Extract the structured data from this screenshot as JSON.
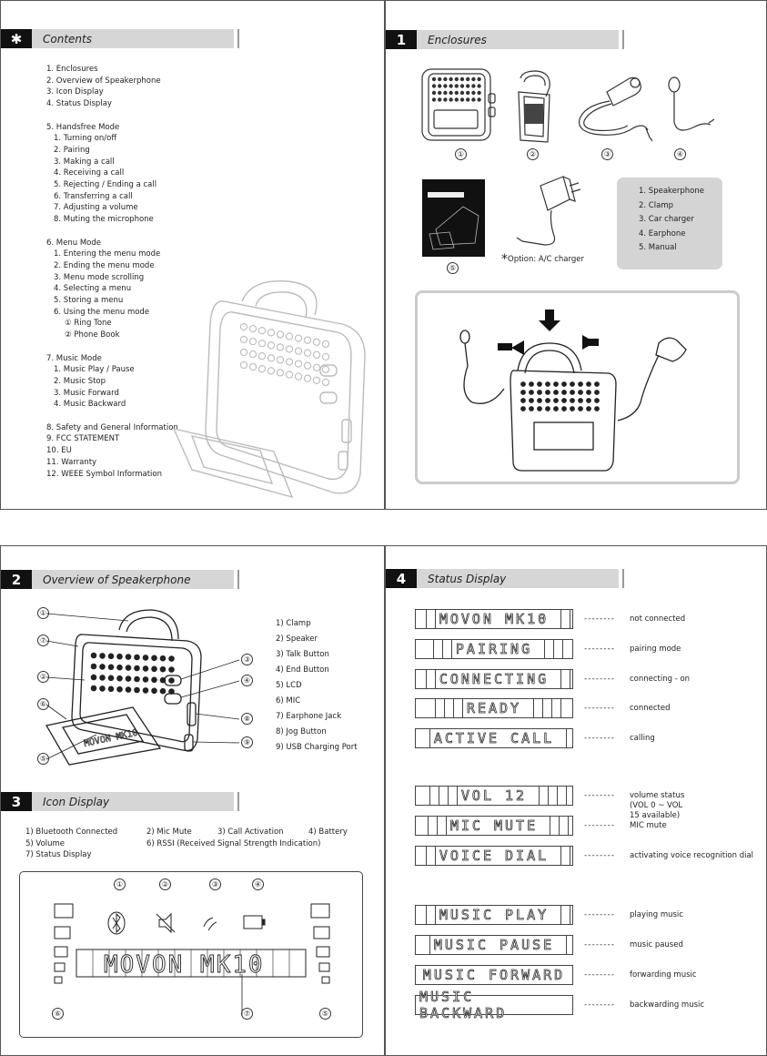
{
  "contents": {
    "header": {
      "mark": "✱",
      "title": "Contents"
    },
    "items": [
      {
        "text": "1. Enclosures",
        "level": 0
      },
      {
        "text": "2. Overview of Speakerphone",
        "level": 0
      },
      {
        "text": "3. Icon Display",
        "level": 0
      },
      {
        "text": "4. Status Display",
        "level": 0
      },
      {
        "text": "",
        "level": -1
      },
      {
        "text": "5. Handsfree Mode",
        "level": 0
      },
      {
        "text": "1. Turning on/off",
        "level": 1
      },
      {
        "text": "2. Pairing",
        "level": 1
      },
      {
        "text": "3. Making a call",
        "level": 1
      },
      {
        "text": "4. Receiving a call",
        "level": 1
      },
      {
        "text": "5. Rejecting / Ending a call",
        "level": 1
      },
      {
        "text": "6. Transferring a call",
        "level": 1
      },
      {
        "text": "7. Adjusting a volume",
        "level": 1
      },
      {
        "text": "8. Muting the microphone",
        "level": 1
      },
      {
        "text": "",
        "level": -1
      },
      {
        "text": "6. Menu Mode",
        "level": 0
      },
      {
        "text": "1. Entering the menu mode",
        "level": 1
      },
      {
        "text": "2. Ending the menu mode",
        "level": 1
      },
      {
        "text": "3. Menu mode scrolling",
        "level": 1
      },
      {
        "text": "4. Selecting a menu",
        "level": 1
      },
      {
        "text": "5. Storing a menu",
        "level": 1
      },
      {
        "text": "6. Using the menu mode",
        "level": 1
      },
      {
        "text": "① Ring Tone",
        "level": 2
      },
      {
        "text": "② Phone Book",
        "level": 2
      },
      {
        "text": "",
        "level": -1
      },
      {
        "text": "7. Music Mode",
        "level": 0
      },
      {
        "text": "1. Music Play / Pause",
        "level": 1
      },
      {
        "text": "2. Music Stop",
        "level": 1
      },
      {
        "text": "3. Music Forward",
        "level": 1
      },
      {
        "text": "4. Music Backward",
        "level": 1
      },
      {
        "text": "",
        "level": -1
      },
      {
        "text": "8. Safety and General Information",
        "level": 0
      },
      {
        "text": "9. FCC STATEMENT",
        "level": 0
      },
      {
        "text": "10. EU",
        "level": 0
      },
      {
        "text": "11. Warranty",
        "level": 0
      },
      {
        "text": "12. WEEE Symbol Information",
        "level": 0
      }
    ]
  },
  "enclosures": {
    "header": {
      "num": "1",
      "title": "Enclosures"
    },
    "markers": [
      "①",
      "②",
      "③",
      "④",
      "⑤"
    ],
    "option_mark": "*",
    "option_label": "Option: A/C charger",
    "legend": [
      "1. Speakerphone",
      "2. Clamp",
      "3. Car charger",
      "4. Earphone",
      "5. Manual"
    ]
  },
  "overview": {
    "header": {
      "num": "2",
      "title": "Overview of Speakerphone"
    },
    "lcd_text": "MOVON MK10",
    "callouts": [
      "①",
      "⑦",
      "②",
      "⑥",
      "⑤",
      "③",
      "④",
      "⑧",
      "⑨"
    ],
    "parts": [
      "1) Clamp",
      "2) Speaker",
      "3) Talk Button",
      "4) End Button",
      "5) LCD",
      "6) MIC",
      "7) Earphone Jack",
      "8) Jog Button",
      "9) USB Charging Port"
    ]
  },
  "icon_display": {
    "header": {
      "num": "3",
      "title": "Icon Display"
    },
    "list_row1": [
      "1) Bluetooth Connected",
      "2) Mic Mute",
      "3) Call Activation",
      "4) Battery"
    ],
    "list_row2": [
      "5) Volume",
      "6) RSSI (Received Signal Strength Indication)"
    ],
    "list_row3": [
      "7) Status Display"
    ],
    "markers": [
      "①",
      "②",
      "③",
      "④",
      "⑥",
      "⑦",
      "⑤"
    ],
    "lcd_text": "MOVON MK10"
  },
  "status_display": {
    "header": {
      "num": "4",
      "title": "Status Display"
    },
    "rows": [
      {
        "lcd": "MOVON MK10",
        "desc": "not connected"
      },
      {
        "lcd": "PAIRING",
        "desc": "pairing mode"
      },
      {
        "lcd": "CONNECTING",
        "desc": "connecting - on"
      },
      {
        "lcd": "READY",
        "desc": "connected"
      },
      {
        "lcd": "ACTIVE CALL",
        "desc": "calling"
      },
      {
        "lcd": "VOL 12",
        "desc": "volume status",
        "desc2": "(VOL 0 ~ VOL 15 available)"
      },
      {
        "lcd": "MIC MUTE",
        "desc": "MIC mute"
      },
      {
        "lcd": "VOICE DIAL",
        "desc": "activating voice recognition dial"
      },
      {
        "lcd": "MUSIC PLAY",
        "desc": "playing music"
      },
      {
        "lcd": "MUSIC PAUSE",
        "desc": "music paused"
      },
      {
        "lcd": "MUSIC FORWARD",
        "desc": "forwarding music"
      },
      {
        "lcd": "MUSIC BACKWARD",
        "desc": "backwarding music"
      }
    ],
    "dashes": "--------"
  }
}
